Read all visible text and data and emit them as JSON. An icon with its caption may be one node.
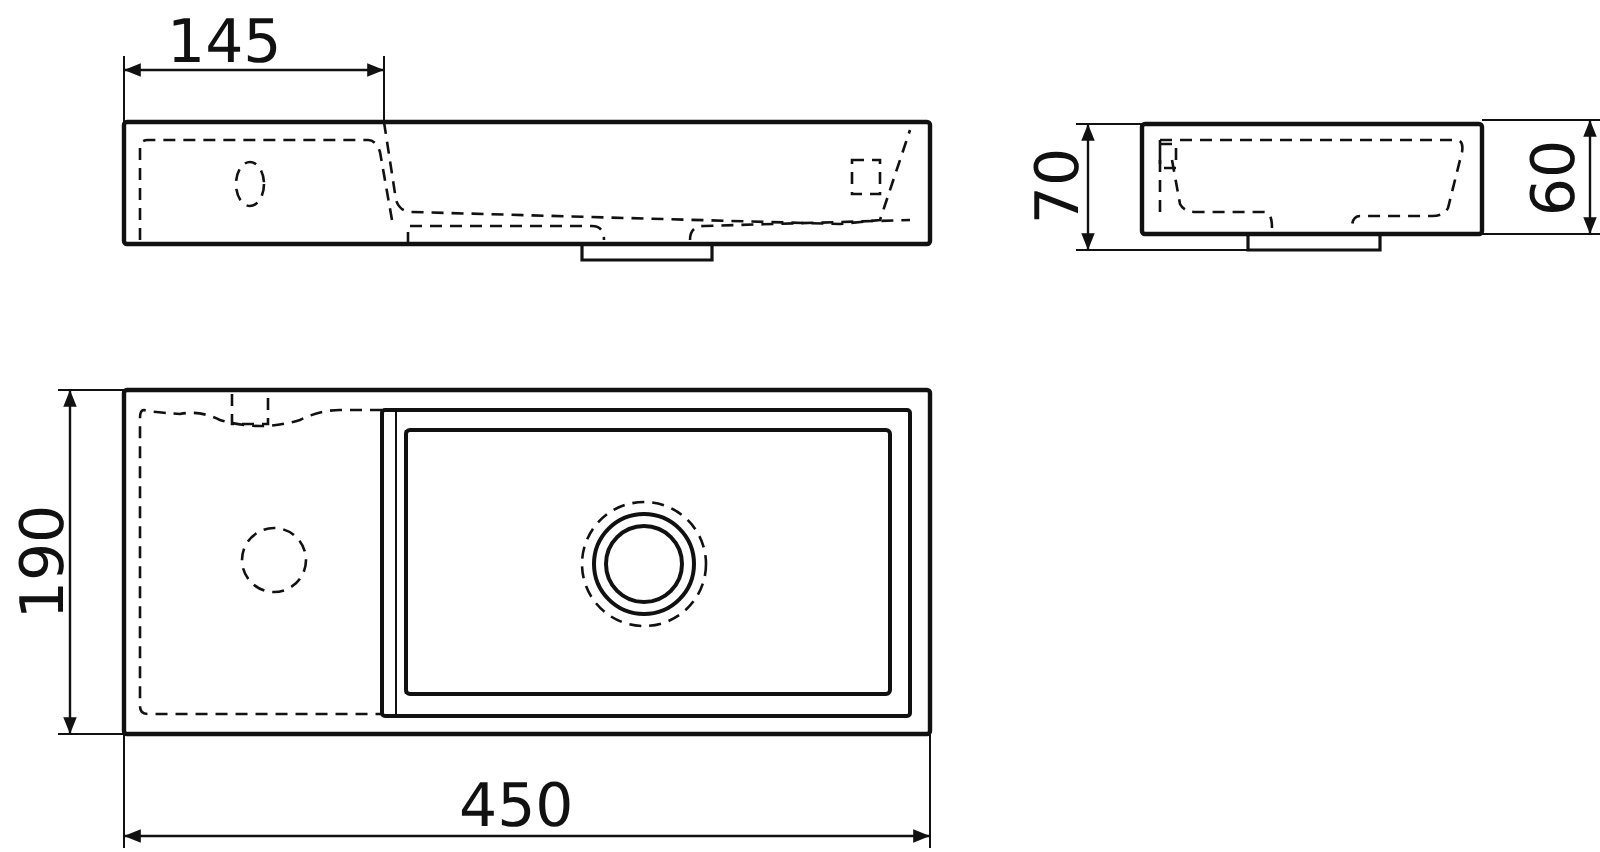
{
  "diagram": {
    "labels": [
      "145",
      "70",
      "60",
      "190",
      "450"
    ]
  }
}
